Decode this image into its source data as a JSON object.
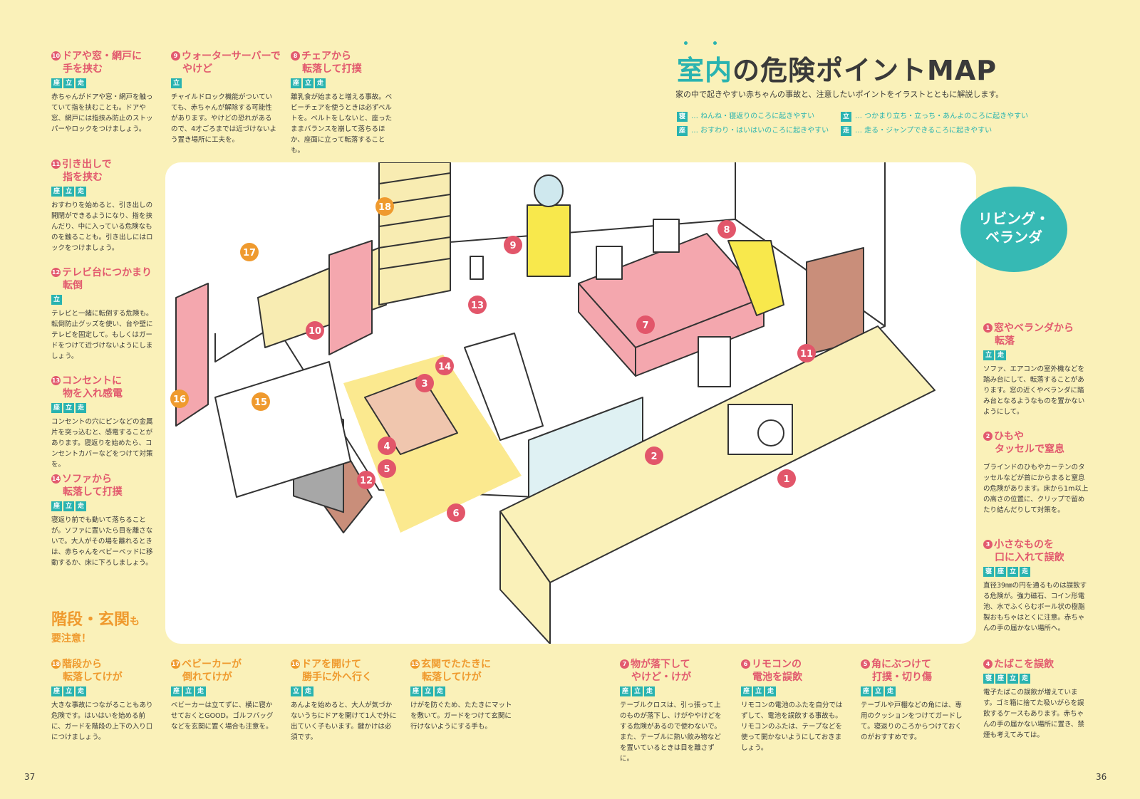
{
  "title": {
    "accent": "室内",
    "rest": "の危険ポイントMAP"
  },
  "subtitle": "家の中で起きやすい赤ちゃんの事故と、注意したいポイントをイラストとともに解説します。",
  "legend": [
    {
      "tag": "寝",
      "text": "… ねんね・寝返りのころに起きやすい"
    },
    {
      "tag": "立",
      "text": "… つかまり立ち・立っち・あんよのころに起きやすい"
    },
    {
      "tag": "座",
      "text": "… おすわり・はいはいのころに起きやすい"
    },
    {
      "tag": "走",
      "text": "… 走る・ジャンプできるころに起きやすい"
    }
  ],
  "zone_badge": {
    "line1": "リビング・",
    "line2": "ベランダ"
  },
  "stairs_note": {
    "big": "階段・玄関",
    "small": "も",
    "line2": "要注意！"
  },
  "page_numbers": {
    "left": "37",
    "right": "36"
  },
  "entries": [
    {
      "id": "e10",
      "num": "10",
      "head1": "ドアや窓・網戸に",
      "head2": "手を挟む",
      "tags": [
        "座",
        "立",
        "走"
      ],
      "body": "赤ちゃんがドアや窓・網戸を触っていて指を挟むことも。ドアや窓、網戸には指挟み防止のストッパーやロックをつけましょう。"
    },
    {
      "id": "e9",
      "num": "9",
      "head1": "ウォーターサーバーで",
      "head2": "やけど",
      "tags": [
        "立"
      ],
      "body": "チャイルドロック機能がついていても、赤ちゃんが解除する可能性があります。やけどの恐れがあるので、4才ごろまでは近づけないよう置き場所に工夫を。"
    },
    {
      "id": "e8",
      "num": "8",
      "head1": "チェアから",
      "head2": "転落して打撲",
      "tags": [
        "座",
        "立",
        "走"
      ],
      "body": "離乳食が始まると増える事故。ベビーチェアを使うときは必ずベルトを。ベルトをしないと、座ったままバランスを崩して落ちるほか、座面に立って転落することも。"
    },
    {
      "id": "e11",
      "num": "11",
      "head1": "引き出しで",
      "head2": "指を挟む",
      "tags": [
        "座",
        "立",
        "走"
      ],
      "body": "おすわりを始めると、引き出しの開閉ができるようになり、指を挟んだり、中に入っている危険なものを触ることも。引き出しにはロックをつけましょう。"
    },
    {
      "id": "e12",
      "num": "12",
      "head1": "テレビ台につかまり",
      "head2": "転倒",
      "tags": [
        "立"
      ],
      "body": "テレビと一緒に転倒する危険も。転倒防止グッズを使い、台や壁にテレビを固定して。もしくはガードをつけて近づけないようにしましょう。"
    },
    {
      "id": "e13",
      "num": "13",
      "head1": "コンセントに",
      "head2": "物を入れ感電",
      "tags": [
        "座",
        "立",
        "走"
      ],
      "body": "コンセントの穴にピンなどの金属片を突っ込むと、感電することがあります。寝返りを始めたら、コンセントカバーなどをつけて対策を。"
    },
    {
      "id": "e14",
      "num": "14",
      "head1": "ソファから",
      "head2": "転落して打撲",
      "tags": [
        "座",
        "立",
        "走"
      ],
      "body": "寝返り前でも動いて落ちることが。ソファに置いたら目を離さないで。大人がその場を離れるときは、赤ちゃんをベビーベッドに移動するか、床に下ろしましょう。"
    },
    {
      "id": "e1",
      "num": "1",
      "head1": "窓やベランダから",
      "head2": "転落",
      "tags": [
        "立",
        "走"
      ],
      "body": "ソファ、エアコンの室外機などを踏み台にして、転落することがあります。窓の近くやベランダに踏み台となるようなものを置かないようにして。"
    },
    {
      "id": "e2",
      "num": "2",
      "head1": "ひもや",
      "head2": "タッセルで窒息",
      "tags": [],
      "body": "ブラインドのひもやカーテンのタッセルなどが首にからまると窒息の危険があります。床から1m以上の高さの位置に、クリップで留めたり結んだりして対策を。"
    },
    {
      "id": "e3",
      "num": "3",
      "head1": "小さなものを",
      "head2": "口に入れて誤飲",
      "tags": [
        "寝",
        "座",
        "立",
        "走"
      ],
      "body": "直径39㎜の円を通るものは誤飲する危険が。強力磁石、コイン形電池、水でふくらむボール状の樹脂製おもちゃはとくに注意。赤ちゃんの手の届かない場所へ。"
    },
    {
      "id": "e18",
      "num": "18",
      "head1": "階段から",
      "head2": "転落してけが",
      "tags": [
        "座",
        "立",
        "走"
      ],
      "body": "大きな事故につながることもあり危険です。はいはいを始める前に、ガードを階段の上下の入り口につけましょう。",
      "orange": true
    },
    {
      "id": "e17",
      "num": "17",
      "head1": "ベビーカーが",
      "head2": "倒れてけが",
      "tags": [
        "座",
        "立",
        "走"
      ],
      "body": "ベビーカーは立てずに、横に寝かせておくとGOOD。ゴルフバッグなどを玄関に置く場合も注意を。",
      "orange": true
    },
    {
      "id": "e16",
      "num": "16",
      "head1": "ドアを開けて",
      "head2": "勝手に外へ行く",
      "tags": [
        "立",
        "走"
      ],
      "body": "あんよを始めると、大人が気づかないうちにドアを開けて1人で外に出ていく子もいます。鍵かけは必須です。",
      "orange": true
    },
    {
      "id": "e15",
      "num": "15",
      "head1": "玄関でたたきに",
      "head2": "転落してけが",
      "tags": [
        "座",
        "立",
        "走"
      ],
      "body": "けがを防ぐため、たたきにマットを敷いて。ガードをつけて玄関に行けないようにする手も。",
      "orange": true
    },
    {
      "id": "e7",
      "num": "7",
      "head1": "物が落下して",
      "head2": "やけど・けが",
      "tags": [
        "座",
        "立",
        "走"
      ],
      "body": "テーブルクロスは、引っ張って上のものが落下し、けがややけどをする危険があるので使わないで。また、テーブルに熱い飲み物などを置いているときは目を離さずに。"
    },
    {
      "id": "e6",
      "num": "6",
      "head1": "リモコンの",
      "head2": "電池を誤飲",
      "tags": [
        "座",
        "立",
        "走"
      ],
      "body": "リモコンの電池のふたを自分ではずして、電池を誤飲する事故も。リモコンのふたは、テープなどを使って開かないようにしておきましょう。"
    },
    {
      "id": "e5",
      "num": "5",
      "head1": "角にぶつけて",
      "head2": "打撲・切り傷",
      "tags": [
        "座",
        "立",
        "走"
      ],
      "body": "テーブルや戸棚などの角には、専用のクッションをつけてガードして。寝返りのころからつけておくのがおすすめです。"
    },
    {
      "id": "e4",
      "num": "4",
      "head1": "たばこを誤飲",
      "head2": "",
      "tags": [
        "寝",
        "座",
        "立",
        "走"
      ],
      "body": "電子たばこの誤飲が増えています。ゴミ箱に捨てた吸いがらを誤飲するケースもあります。赤ちゃんの手の届かない場所に置き、禁煙も考えてみては。"
    }
  ],
  "map_markers": [
    {
      "num": "1",
      "color": "#e2566a"
    },
    {
      "num": "2",
      "color": "#e2566a"
    },
    {
      "num": "3",
      "color": "#e2566a"
    },
    {
      "num": "4",
      "color": "#e2566a"
    },
    {
      "num": "5",
      "color": "#e2566a"
    },
    {
      "num": "6",
      "color": "#e2566a"
    },
    {
      "num": "7",
      "color": "#e2566a"
    },
    {
      "num": "8",
      "color": "#e2566a"
    },
    {
      "num": "9",
      "color": "#e2566a"
    },
    {
      "num": "10",
      "color": "#e2566a"
    },
    {
      "num": "11",
      "color": "#e2566a"
    },
    {
      "num": "12",
      "color": "#e2566a"
    },
    {
      "num": "13",
      "color": "#e2566a"
    },
    {
      "num": "14",
      "color": "#e2566a"
    },
    {
      "num": "15",
      "color": "#ef9a2e"
    },
    {
      "num": "16",
      "color": "#ef9a2e"
    },
    {
      "num": "17",
      "color": "#ef9a2e"
    },
    {
      "num": "18",
      "color": "#ef9a2e"
    }
  ],
  "colors": {
    "background": "#faf1b9",
    "accent_teal": "#29b3b0",
    "heading_red": "#e25a6e",
    "heading_orange": "#ef9a2e"
  }
}
